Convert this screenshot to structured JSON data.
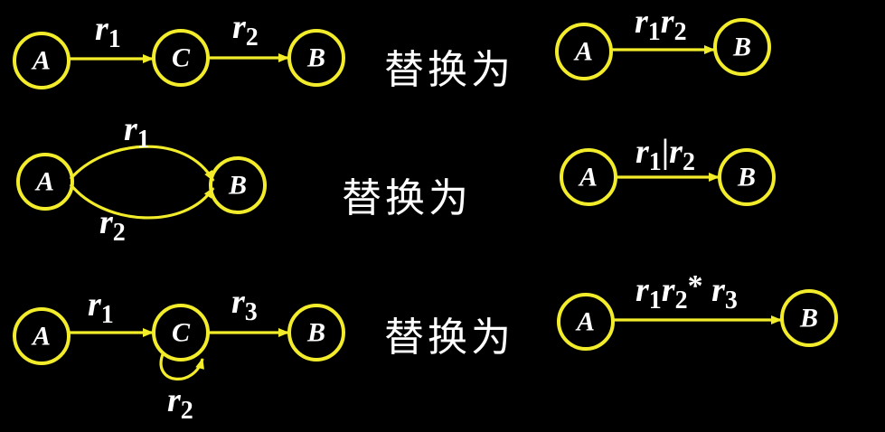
{
  "colors": {
    "background": "#000000",
    "node_stroke": "#f2ec2a",
    "edge_stroke": "#f2ec2a",
    "text": "#ffffff"
  },
  "replace_text": "替换为",
  "rules": [
    {
      "left": {
        "nodes": [
          "A",
          "C",
          "B"
        ],
        "edge_labels": [
          {
            "base": "r",
            "sub": "1"
          },
          {
            "base": "r",
            "sub": "2"
          }
        ]
      },
      "right": {
        "nodes": [
          "A",
          "B"
        ],
        "edge_label": "r1r2"
      }
    },
    {
      "left": {
        "nodes": [
          "A",
          "B"
        ],
        "edge_labels": [
          {
            "base": "r",
            "sub": "1"
          },
          {
            "base": "r",
            "sub": "2"
          }
        ]
      },
      "right": {
        "nodes": [
          "A",
          "B"
        ],
        "edge_label": "r1|r2"
      }
    },
    {
      "left": {
        "nodes": [
          "A",
          "C",
          "B"
        ],
        "edge_labels": [
          {
            "base": "r",
            "sub": "1"
          },
          {
            "base": "r",
            "sub": "3"
          },
          {
            "base": "r",
            "sub": "2"
          }
        ]
      },
      "right": {
        "nodes": [
          "A",
          "B"
        ],
        "edge_label": "r1r2* r3"
      }
    }
  ]
}
